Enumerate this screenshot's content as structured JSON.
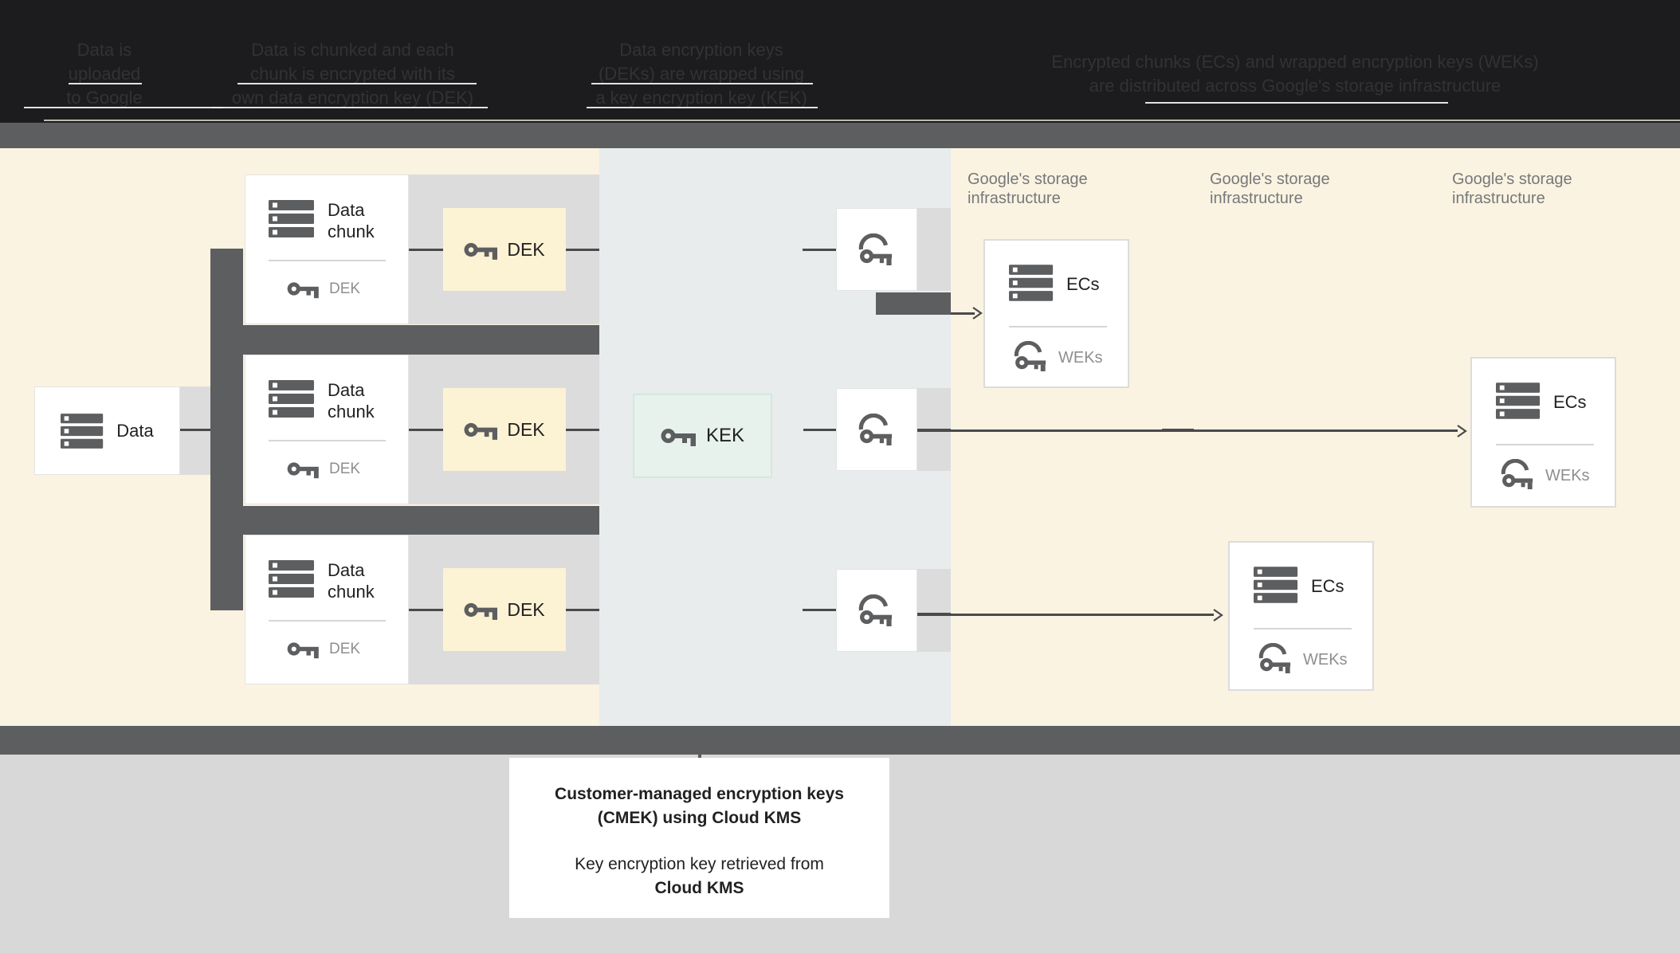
{
  "header": {
    "columns": [
      {
        "lines": [
          "Data is",
          "uploaded",
          "to Google"
        ]
      },
      {
        "lines": [
          "Data is chunked and each",
          "chunk is encrypted with its",
          "own data encryption key (DEK)"
        ]
      },
      {
        "lines": [
          "Data encryption keys",
          "(DEKs) are wrapped using",
          "a key encryption key (KEK)"
        ]
      },
      {
        "lines": [
          "Encrypted chunks (ECs) and wrapped encryption keys (WEKs)",
          "are distributed across Google's storage infrastructure"
        ]
      }
    ]
  },
  "diagram": {
    "data_label": "Data",
    "chunk_label_line1": "Data",
    "chunk_label_line2": "chunk",
    "dek_label": "DEK",
    "kek_label": "KEK",
    "ecs_label": "ECs",
    "weks_label": "WEKs",
    "storage_label_line1": "Google's storage",
    "storage_label_line2": "infrastructure"
  },
  "footer": {
    "caption": {
      "line1": "Customer-managed encryption keys",
      "line2": "(CMEK) using Cloud KMS",
      "line3": "Key encryption key retrieved from",
      "line4": "Cloud KMS"
    }
  },
  "palette": {
    "header_bg": "#1c1c1e",
    "header_text": "#323235",
    "bar": "#5d5e60",
    "cream": "#faf3e1",
    "panel": "#e8eced",
    "gray": "#dcdcdc",
    "dek": "#fcf2d4",
    "kek": "#e7f2ec",
    "kek_border": "#d7e7dd",
    "line": "#4a4a4c",
    "icon": "#5d5e60",
    "ink": "#212121",
    "muted": "#8e8e8e",
    "label": "#77787b",
    "footer": "#d8d8d8"
  }
}
